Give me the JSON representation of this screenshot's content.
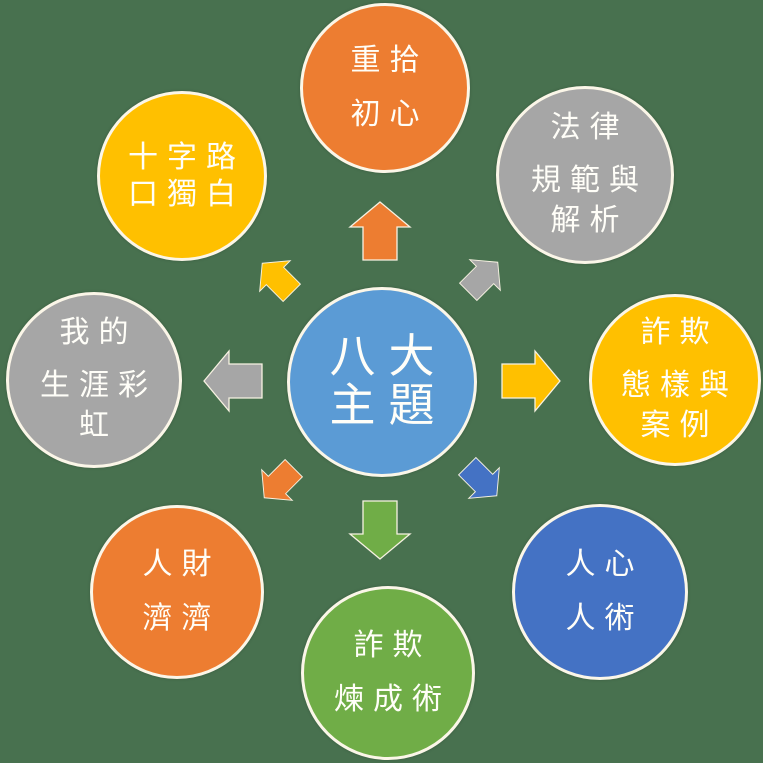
{
  "canvas": {
    "background_color": "#48714F",
    "circle_border_color": "#FBF6E8",
    "text_color": "#FFFEF8"
  },
  "diagram": {
    "center": {
      "label": "八大主題",
      "lines": [
        "八大",
        "主題"
      ],
      "color": "#5B9BD5"
    },
    "nodes": {
      "north": {
        "label": "重拾初心",
        "lines": [
          "重拾",
          "初心"
        ],
        "color": "#ED7D31"
      },
      "northeast": {
        "label": "法律規範與解析",
        "lines": [
          "法律",
          "規範與",
          "解析"
        ],
        "color": "#A6A6A6"
      },
      "east": {
        "label": "詐欺態樣與案例",
        "lines": [
          "詐欺",
          "態樣與",
          "案例"
        ],
        "color": "#FFC000"
      },
      "southeast": {
        "label": "人心人術",
        "lines": [
          "人心",
          "人術"
        ],
        "color": "#4472C4"
      },
      "south": {
        "label": "詐欺煉成術",
        "lines": [
          "詐欺",
          "煉成術"
        ],
        "color": "#70AD47"
      },
      "southwest": {
        "label": "人財濟濟",
        "lines": [
          "人財",
          "濟濟"
        ],
        "color": "#ED7D31"
      },
      "west": {
        "label": "我的生涯彩虹",
        "lines": [
          "我的",
          "生涯彩",
          "虹"
        ],
        "color": "#A6A6A6"
      },
      "northwest": {
        "label": "十字路口獨白",
        "lines": [
          "十字路",
          "口獨白"
        ],
        "color": "#FFC000"
      }
    },
    "arrows": {
      "north": {
        "direction": "up",
        "color": "#ED7D31"
      },
      "northeast": {
        "direction": "up-right",
        "color": "#A6A6A6"
      },
      "east": {
        "direction": "right",
        "color": "#FFC000"
      },
      "southeast": {
        "direction": "down-right",
        "color": "#4472C4"
      },
      "south": {
        "direction": "down",
        "color": "#70AD47"
      },
      "southwest": {
        "direction": "down-left",
        "color": "#ED7D31"
      },
      "west": {
        "direction": "left",
        "color": "#A6A6A6"
      },
      "northwest": {
        "direction": "up-left",
        "color": "#FFC000"
      }
    }
  }
}
